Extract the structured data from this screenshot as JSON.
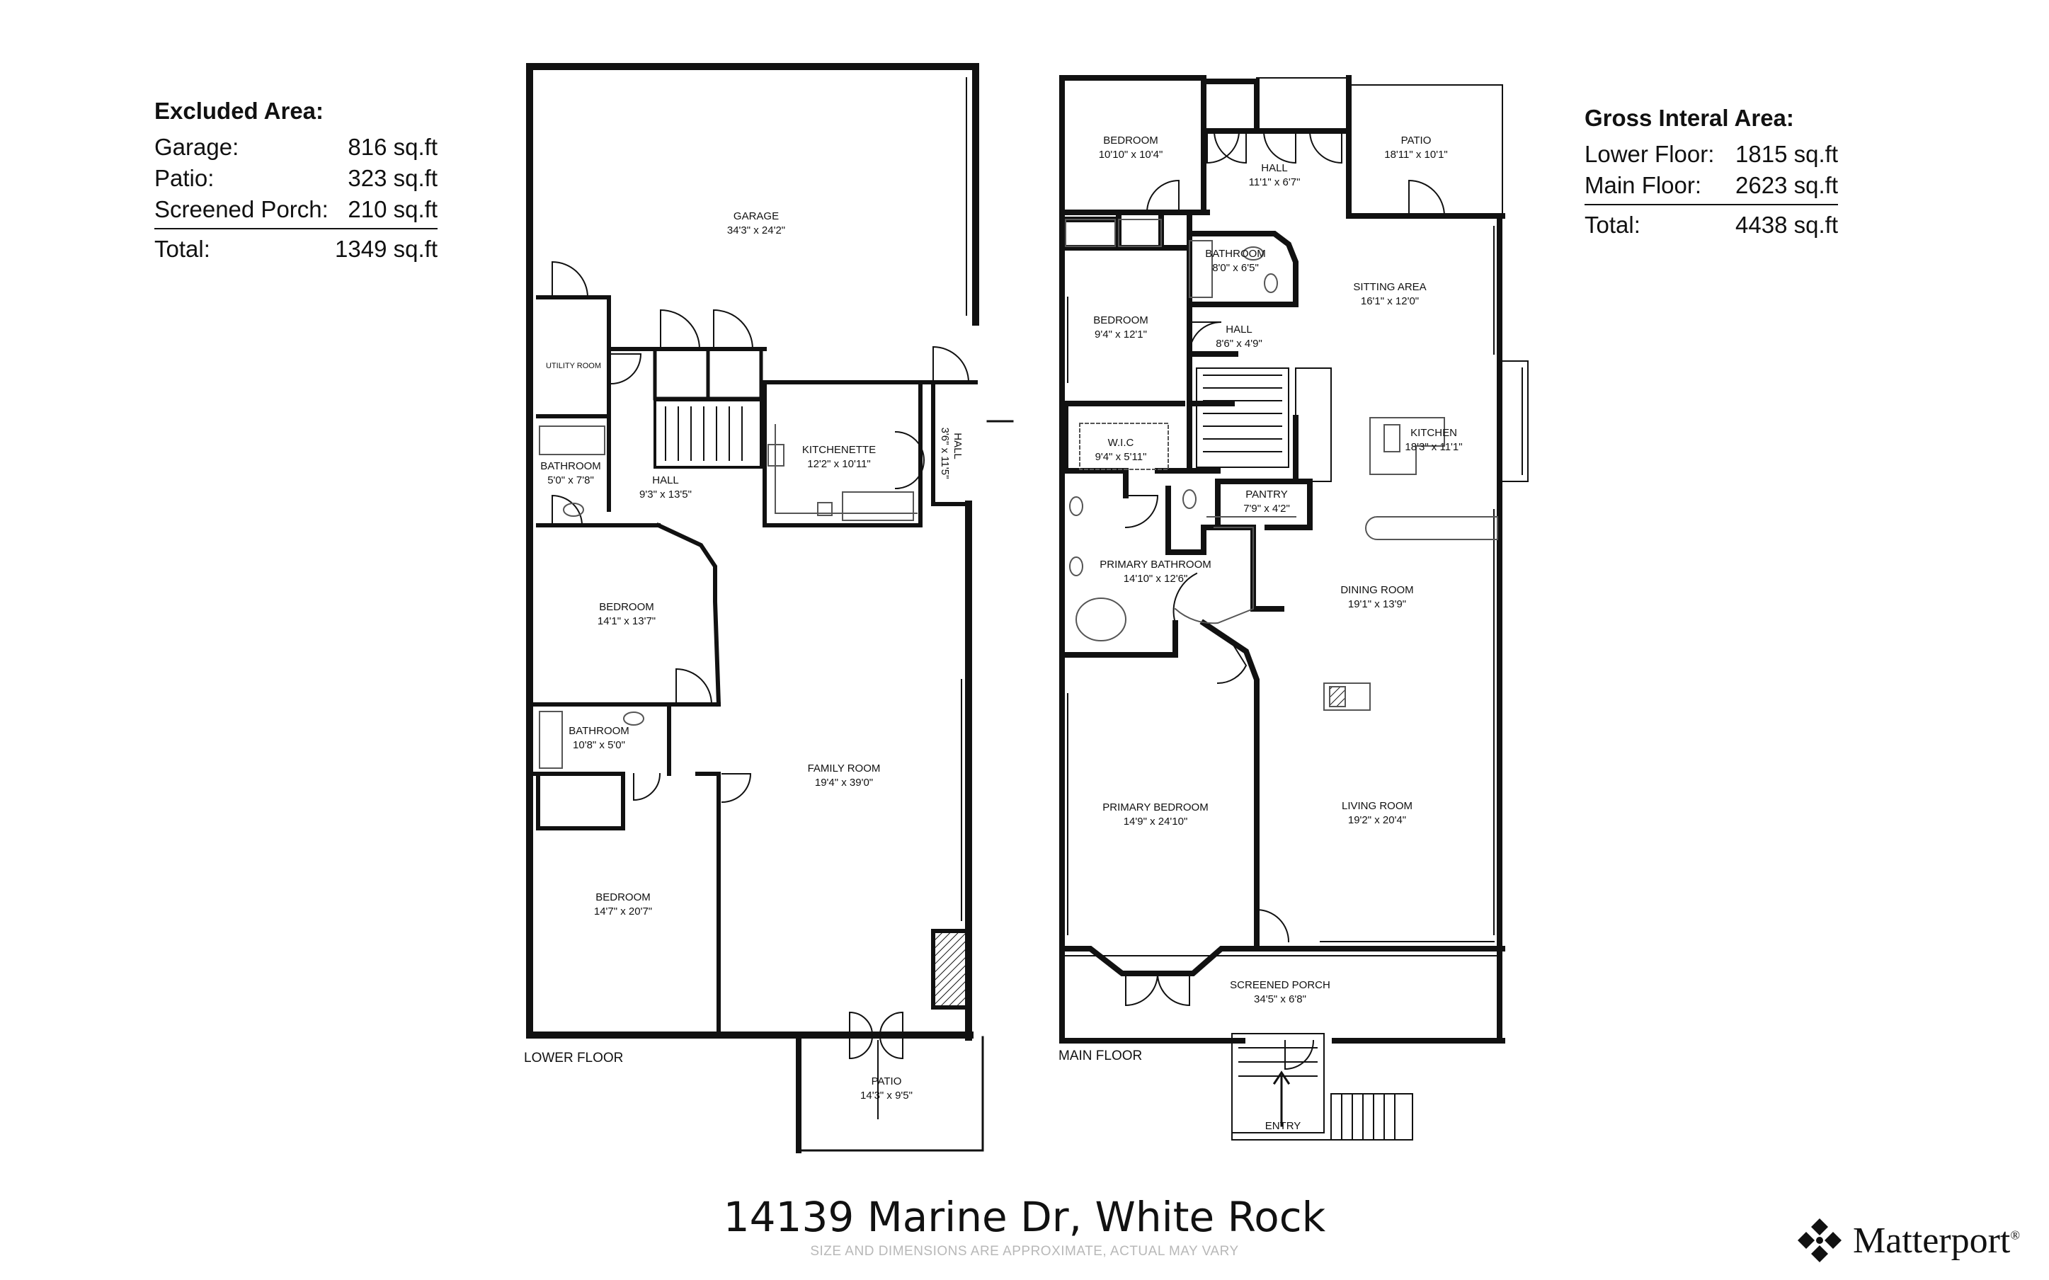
{
  "excluded_area": {
    "heading": "Excluded Area:",
    "rows": [
      {
        "label": "Garage:",
        "value": "816 sq.ft"
      },
      {
        "label": "Patio:",
        "value": "323 sq.ft"
      },
      {
        "label": "Screened Porch:",
        "value": "210 sq.ft"
      }
    ],
    "total": {
      "label": "Total:",
      "value": "1349 sq.ft"
    }
  },
  "gross_area": {
    "heading": "Gross Interal Area:",
    "rows": [
      {
        "label": "Lower Floor:",
        "value": "1815 sq.ft"
      },
      {
        "label": "Main Floor:",
        "value": "2623 sq.ft"
      }
    ],
    "total": {
      "label": "Total:",
      "value": "4438 sq.ft"
    }
  },
  "lower_floor": {
    "label": "LOWER FLOOR",
    "rooms": [
      {
        "id": "garage",
        "name": "GARAGE",
        "dims": "34'3\" x 24'2\""
      },
      {
        "id": "utility-room",
        "name": "UTILITY ROOM",
        "dims": ""
      },
      {
        "id": "kitchenette",
        "name": "KITCHENETTE",
        "dims": "12'2\" x 10'11\""
      },
      {
        "id": "hall-side",
        "name": "HALL",
        "dims": "3'6\" x 11'5\""
      },
      {
        "id": "bathroom-1",
        "name": "BATHROOM",
        "dims": "5'0\" x 7'8\""
      },
      {
        "id": "hall",
        "name": "HALL",
        "dims": "9'3\" x 13'5\""
      },
      {
        "id": "bedroom-1",
        "name": "BEDROOM",
        "dims": "14'1\" x 13'7\""
      },
      {
        "id": "bathroom-2",
        "name": "BATHROOM",
        "dims": "10'8\" x 5'0\""
      },
      {
        "id": "family-room",
        "name": "FAMILY ROOM",
        "dims": "19'4\" x 39'0\""
      },
      {
        "id": "bedroom-2",
        "name": "BEDROOM",
        "dims": "14'7\" x 20'7\""
      },
      {
        "id": "patio",
        "name": "PATIO",
        "dims": "14'3\" x 9'5\""
      }
    ]
  },
  "main_floor": {
    "label": "MAIN FLOOR",
    "rooms": [
      {
        "id": "bedroom-a",
        "name": "BEDROOM",
        "dims": "10'10\" x 10'4\""
      },
      {
        "id": "hall-a",
        "name": "HALL",
        "dims": "11'1\" x 6'7\""
      },
      {
        "id": "patio-main",
        "name": "PATIO",
        "dims": "18'11\" x 10'1\""
      },
      {
        "id": "bathroom-a",
        "name": "BATHROOM",
        "dims": "8'0\" x 6'5\""
      },
      {
        "id": "sitting-area",
        "name": "SITTING AREA",
        "dims": "16'1\" x 12'0\""
      },
      {
        "id": "bedroom-b",
        "name": "BEDROOM",
        "dims": "9'4\" x 12'1\""
      },
      {
        "id": "hall-b",
        "name": "HALL",
        "dims": "8'6\" x 4'9\""
      },
      {
        "id": "wic",
        "name": "W.I.C",
        "dims": "9'4\" x 5'11\""
      },
      {
        "id": "kitchen",
        "name": "KITCHEN",
        "dims": "18'3\" x 11'1\""
      },
      {
        "id": "pantry",
        "name": "PANTRY",
        "dims": "7'9\" x 4'2\""
      },
      {
        "id": "primary-bathroom",
        "name": "PRIMARY BATHROOM",
        "dims": "14'10\" x 12'6\""
      },
      {
        "id": "dining-room",
        "name": "DINING ROOM",
        "dims": "19'1\" x 13'9\""
      },
      {
        "id": "primary-bedroom",
        "name": "PRIMARY BEDROOM",
        "dims": "14'9\" x 24'10\""
      },
      {
        "id": "living-room",
        "name": "LIVING ROOM",
        "dims": "19'2\" x 20'4\""
      },
      {
        "id": "screened-porch",
        "name": "SCREENED PORCH",
        "dims": "34'5\" x 6'8\""
      },
      {
        "id": "entry",
        "name": "ENTRY",
        "dims": ""
      }
    ]
  },
  "title": "14139 Marine Dr, White Rock",
  "disclaimer": "SIZE AND DIMENSIONS ARE APPROXIMATE, ACTUAL MAY VARY",
  "brand": {
    "name": "Matterport",
    "mark": "®",
    "icon": "matterport-logo-icon"
  },
  "colors": {
    "wall": "#111111",
    "text": "#111111",
    "muted": "#b8b8b8",
    "fixture": "#555555"
  }
}
